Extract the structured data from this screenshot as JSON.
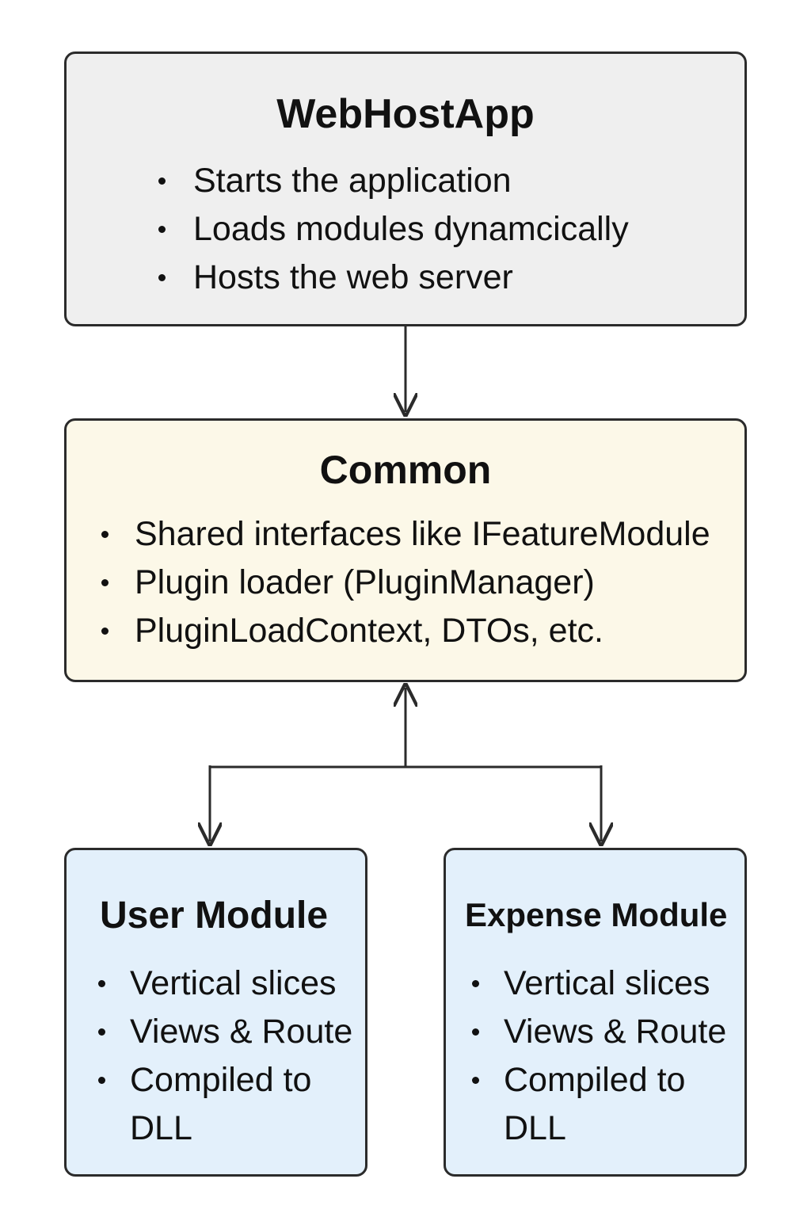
{
  "boxes": {
    "webhost": {
      "title": "WebHostApp",
      "items": [
        "Starts the application",
        "Loads modules dynamcically",
        "Hosts the web server"
      ]
    },
    "common": {
      "title": "Common",
      "items": [
        "Shared interfaces like IFeatureModule",
        "Plugin loader (PluginManager)",
        "PluginLoadContext, DTOs, etc."
      ]
    },
    "user_module": {
      "title": "User Module",
      "items": [
        "Vertical slices",
        "Views & Route",
        "Compiled to",
        "DLL"
      ]
    },
    "expense_module": {
      "title": "Expense Module",
      "items": [
        "Vertical slices",
        "Views & Route",
        "Compiled to",
        "DLL"
      ]
    }
  },
  "colors": {
    "webhost_fill": "#efefef",
    "common_fill": "#fcf8e8",
    "module_fill": "#e3f0fb",
    "stroke": "#2b2b2b"
  }
}
